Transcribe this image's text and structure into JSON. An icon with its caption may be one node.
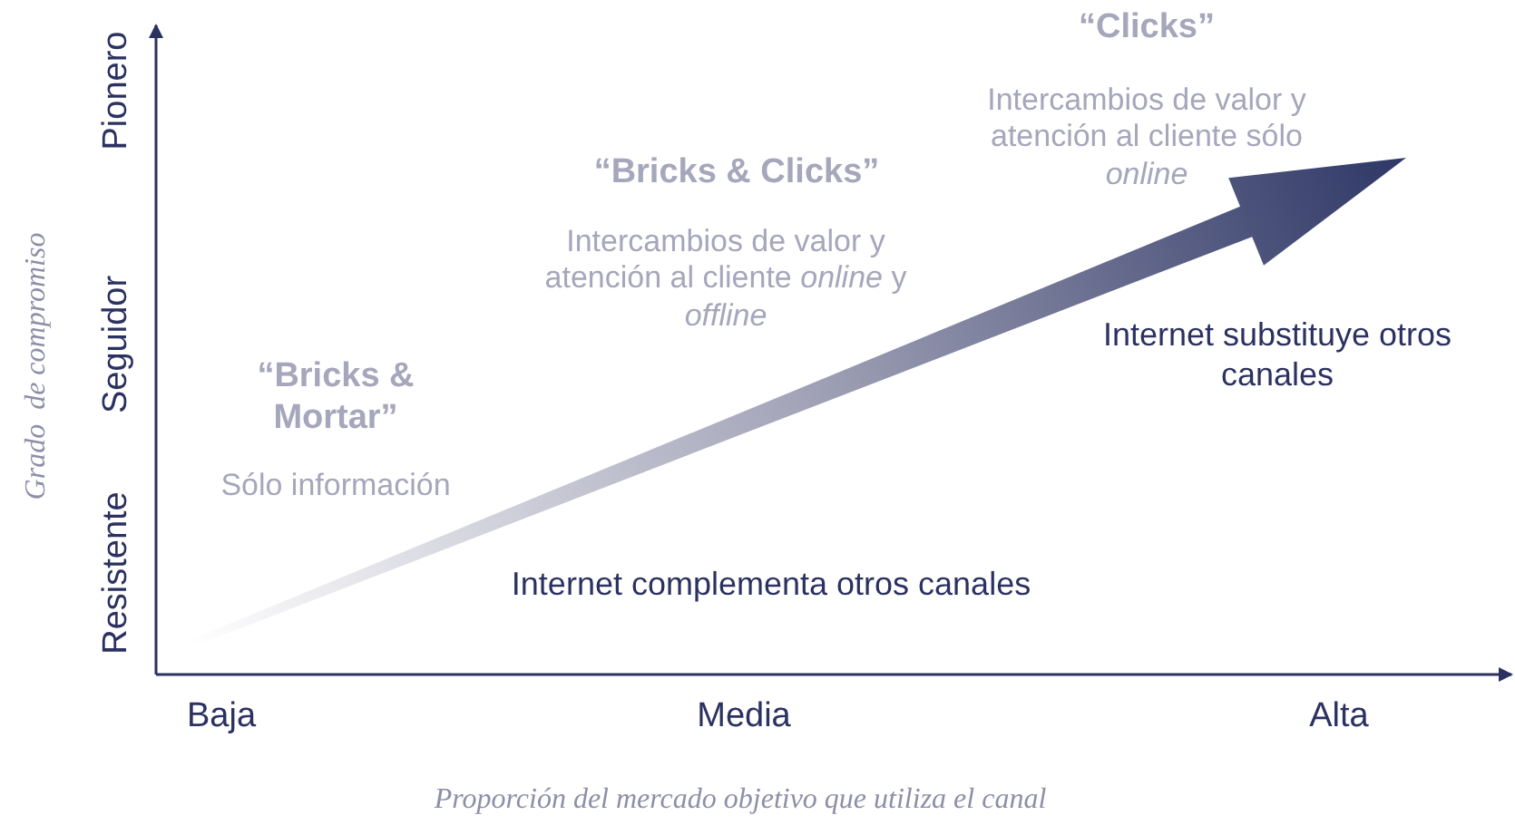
{
  "diagram": {
    "labels": [
      "“Clicks”",
      "Intercambios de valor y atención al cliente sólo *online*",
      "“Bricks & Clicks”",
      "Intercambios de valor y atención al cliente *online* y *offline*",
      "Pionero",
      "Internet substituye otros canales",
      "Seguidor",
      "“Bricks & Mortar”",
      "Sólo información",
      "Grado  de compromiso",
      "Resistente",
      "Internet complementa otros canales",
      "Baja",
      "Media",
      "Alta",
      "Proporción del mercado objetivo que utiliza el canal"
    ]
  }
}
